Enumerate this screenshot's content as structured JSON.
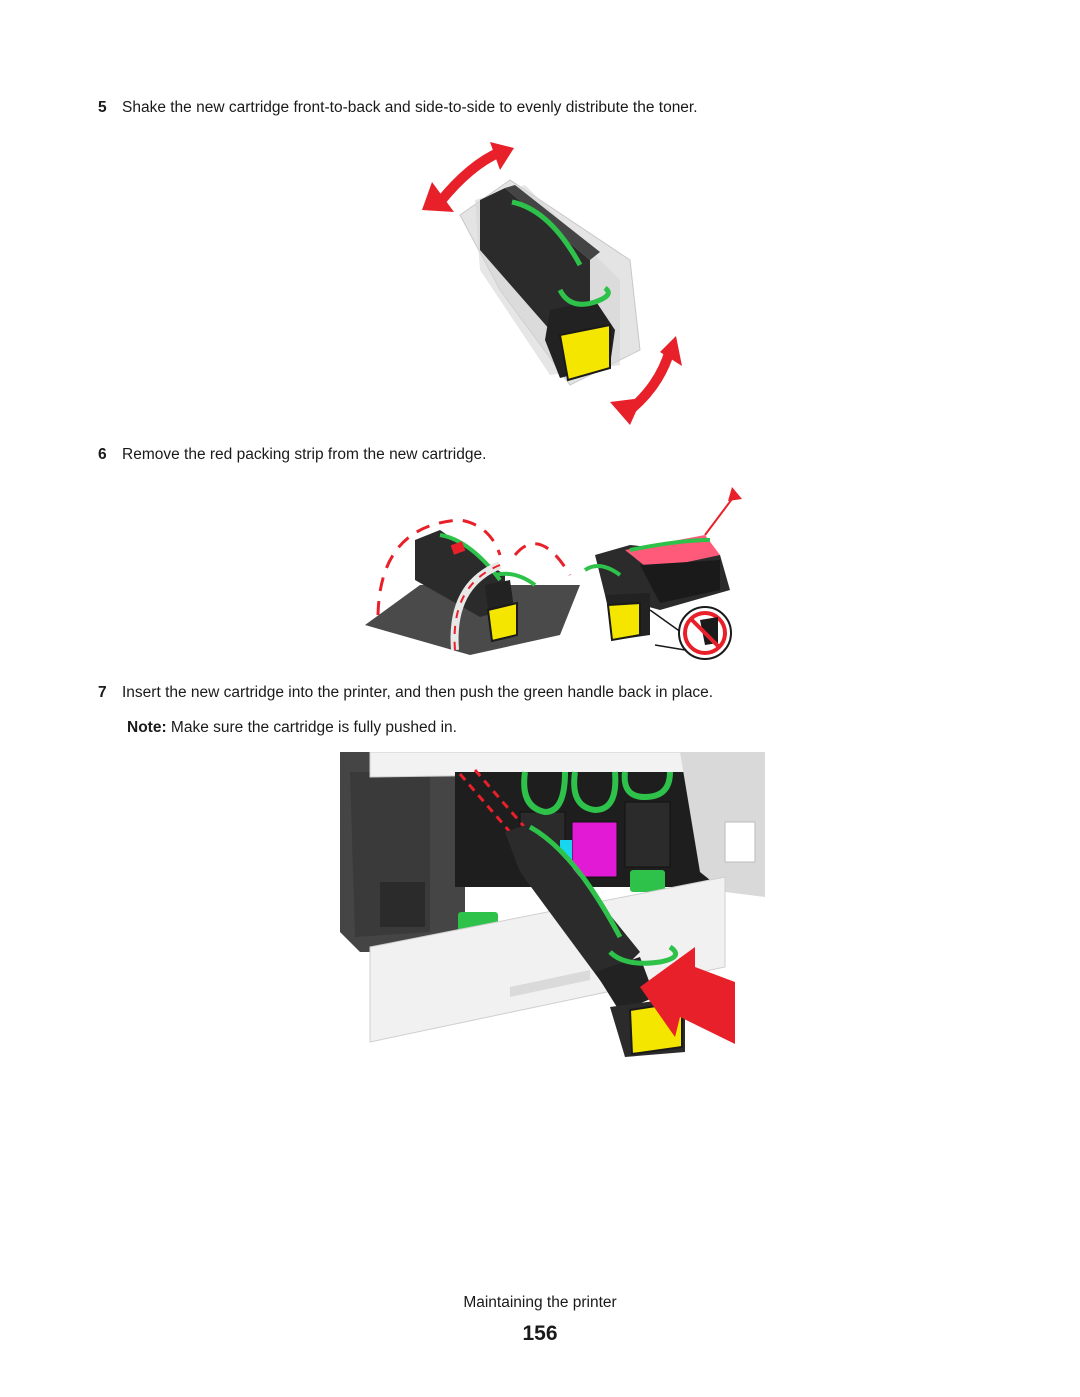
{
  "steps": [
    {
      "number": "5",
      "text": "Shake the new cartridge front-to-back and side-to-side to evenly distribute the toner."
    },
    {
      "number": "6",
      "text": "Remove the red packing strip from the new cartridge."
    },
    {
      "number": "7",
      "text": "Insert the new cartridge into the printer, and then push the green handle back in place."
    }
  ],
  "note": {
    "label": "Note:",
    "text": " Make sure the cartridge is fully pushed in."
  },
  "footer": {
    "section": "Maintaining the printer",
    "page_number": "156"
  },
  "colors": {
    "arrow_red": "#e8202a",
    "handle_green": "#2ec24a",
    "toner_yellow": "#f5e600",
    "toner_magenta": "#e21ad6",
    "toner_cyan": "#19d6f0",
    "cartridge_black": "#2b2b2b"
  }
}
